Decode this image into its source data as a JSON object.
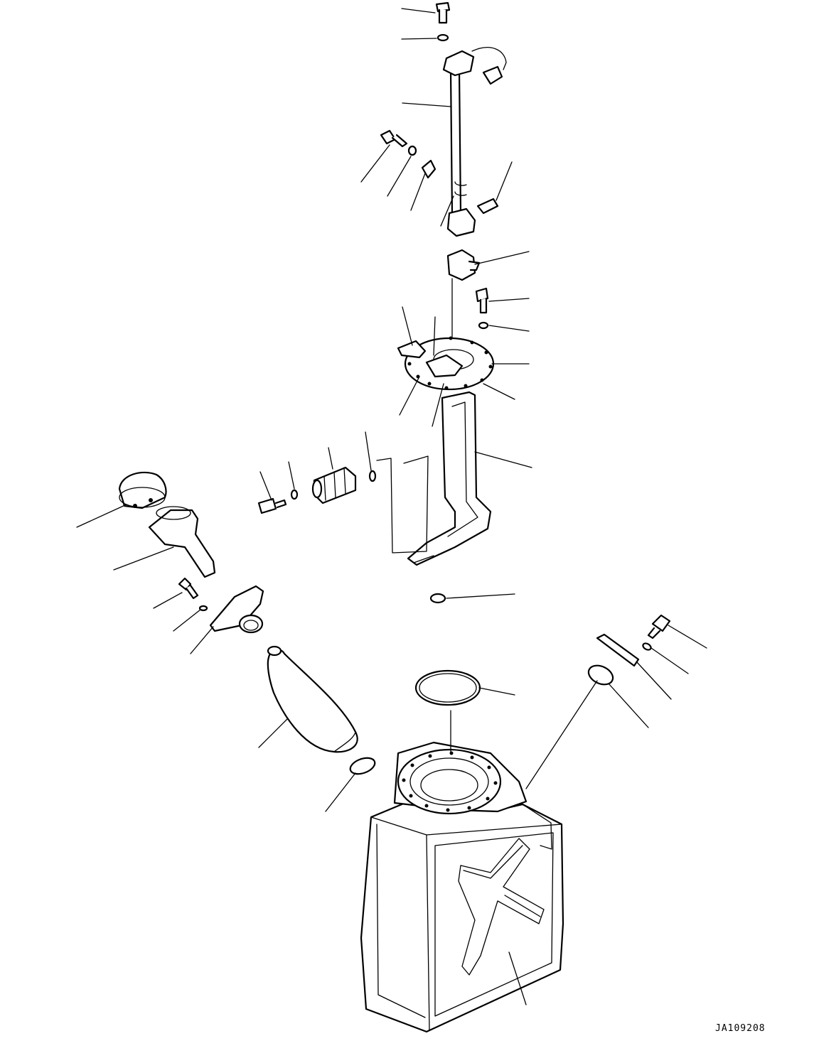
{
  "figure": {
    "code": "JA109208"
  },
  "parts": [
    {
      "name": "bolt-top"
    },
    {
      "name": "washer-top"
    },
    {
      "name": "level-sensor-gauge"
    },
    {
      "name": "bolt-sensor-bracket"
    },
    {
      "name": "washer-sensor-bracket"
    },
    {
      "name": "sensor-clip"
    },
    {
      "name": "sensor-clamp"
    },
    {
      "name": "float-arm"
    },
    {
      "name": "connector-block"
    },
    {
      "name": "bolt-flange"
    },
    {
      "name": "washer-flange"
    },
    {
      "name": "pump-flange-plate"
    },
    {
      "name": "suction-pipe"
    },
    {
      "name": "strainer-filter"
    },
    {
      "name": "filler-cap"
    },
    {
      "name": "filler-neck"
    },
    {
      "name": "neck-flange"
    },
    {
      "name": "filter-bag"
    },
    {
      "name": "o-ring"
    },
    {
      "name": "drain-plug-seal"
    },
    {
      "name": "inspection-cover"
    },
    {
      "name": "reservoir-tank"
    }
  ]
}
